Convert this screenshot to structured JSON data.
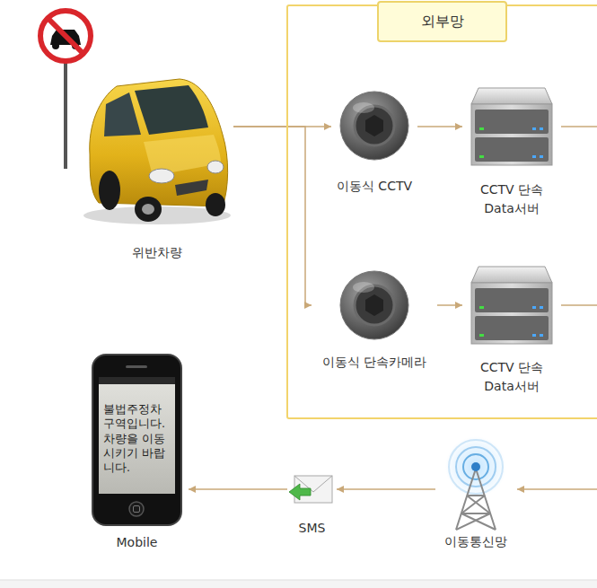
{
  "diagram": {
    "nodes": [
      {
        "text": [
          "위반차량"
        ]
      },
      {
        "text": [
          "외부망"
        ]
      },
      {
        "text": [
          "이동식 CCTV"
        ],
        "in": 1
      },
      {
        "text": [
          "CCTV 단속 Data서버"
        ],
        "in": 1
      },
      {
        "text": [
          "이동식 단속카메라"
        ],
        "in": 1
      },
      {
        "text": [
          "CCTV 단속 Data서버"
        ],
        "in": 1
      },
      {
        "text": [
          "불법주정차 구역입니다. 차량을 이동 시키기 바랍니다.",
          "Mobile"
        ]
      },
      {
        "text": [
          "SMS"
        ]
      },
      {
        "text": [
          "이동통신망"
        ]
      }
    ],
    "edges": [
      {
        "from": 0,
        "to": 2,
        "arrow": "to"
      },
      {
        "from": 0,
        "to": 4,
        "arrow": "to"
      },
      {
        "from": 2,
        "to": 3,
        "arrow": "to"
      },
      {
        "from": 4,
        "to": 5,
        "arrow": "to"
      },
      {
        "from": 8,
        "to": 7,
        "arrow": "to"
      },
      {
        "from": 7,
        "to": 6,
        "arrow": "to"
      }
    ]
  }
}
